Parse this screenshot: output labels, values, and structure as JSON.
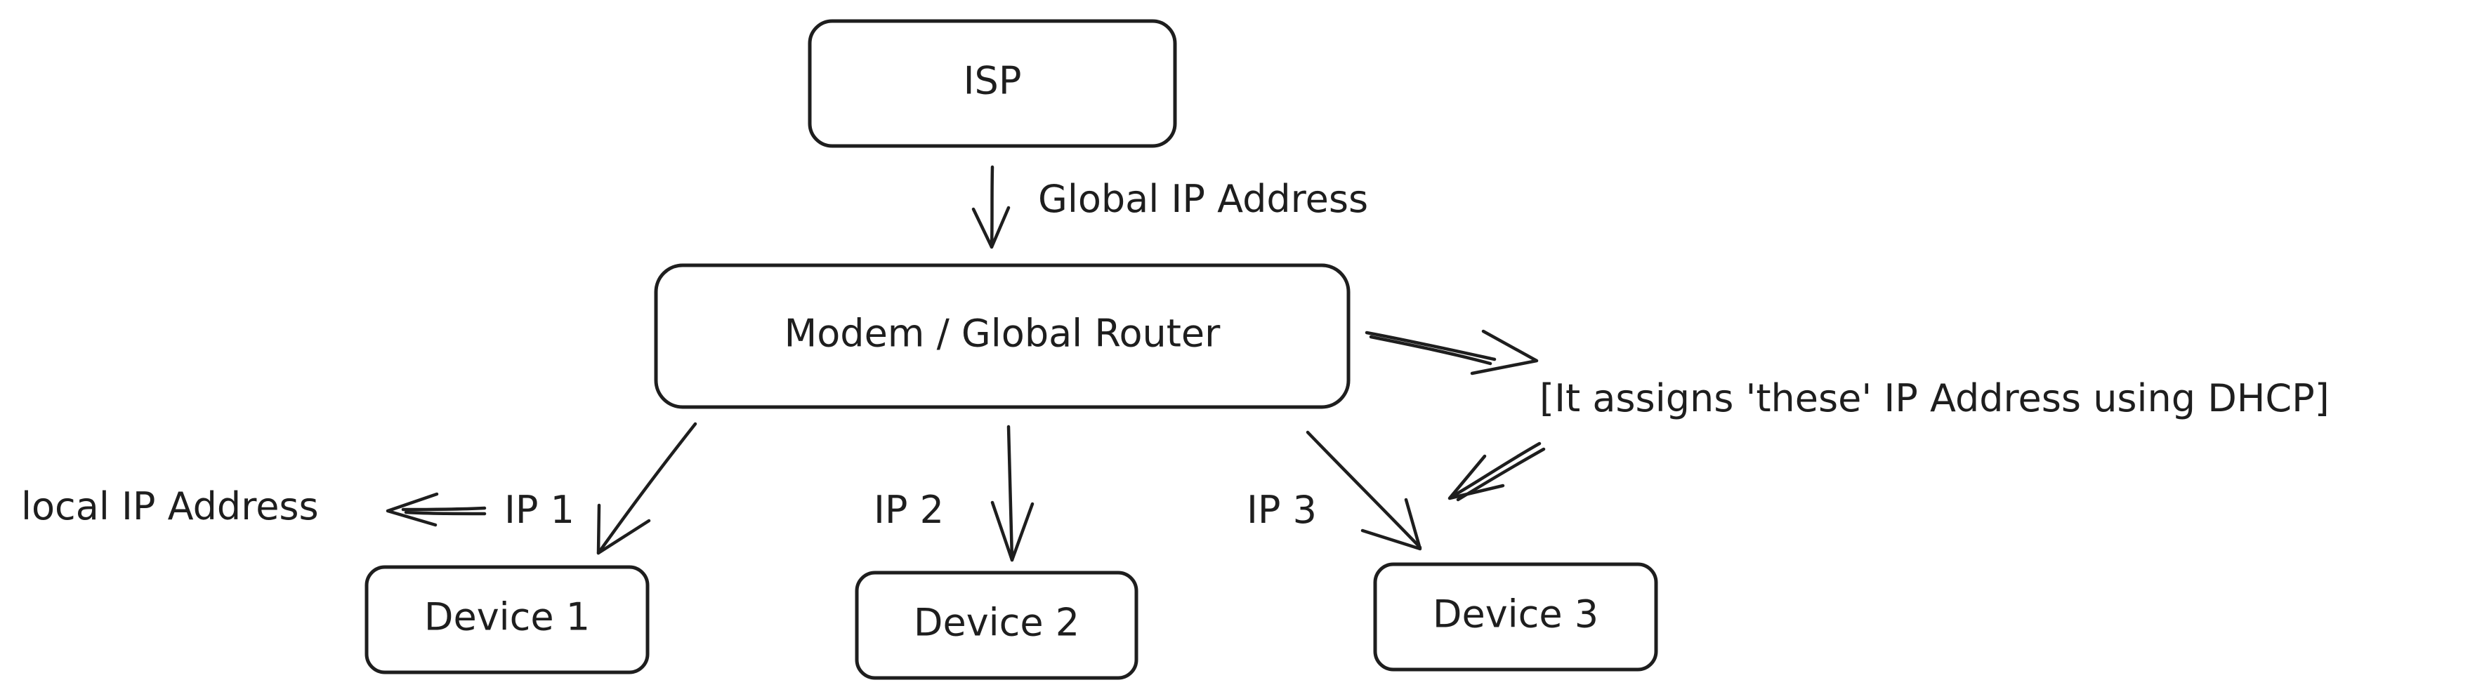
{
  "nodes": {
    "isp": {
      "label": "ISP"
    },
    "router": {
      "label": "Modem / Global Router"
    },
    "device1": {
      "label": "Device 1"
    },
    "device2": {
      "label": "Device 2"
    },
    "device3": {
      "label": "Device 3"
    }
  },
  "labels": {
    "global_ip": "Global IP Address",
    "dhcp_note": "[It assigns 'these' IP Address using DHCP]",
    "local_ip": "local IP Address",
    "ip1": "IP 1",
    "ip2": "IP 2",
    "ip3": "IP 3"
  },
  "colors": {
    "stroke": "#1e1e1e",
    "background": "#ffffff"
  }
}
